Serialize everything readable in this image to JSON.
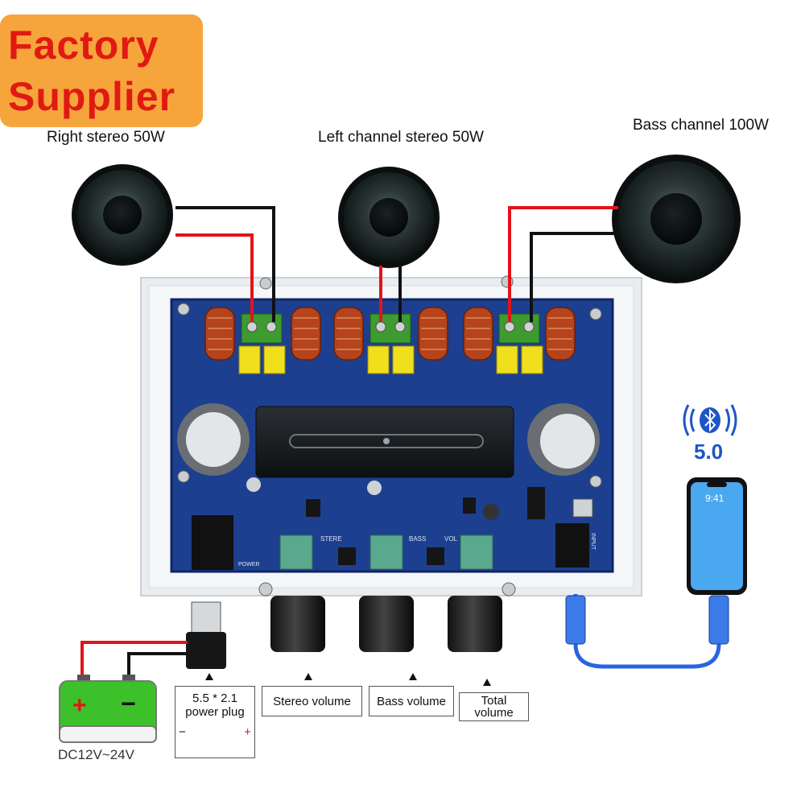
{
  "badge": {
    "line1": "Factory",
    "line2": "Supplier"
  },
  "speakers": {
    "right_label": "Right stereo 50W",
    "left_label": "Left channel stereo 50W",
    "bass_label": "Bass channel 100W"
  },
  "bluetooth": {
    "version": "5.0",
    "phone_time": "9:41"
  },
  "controls": {
    "power_plug_line1": "5.5 * 2.1",
    "power_plug_line2": "power plug",
    "power_minus": "−",
    "power_plus": "+",
    "stereo_volume": "Stereo volume",
    "bass_volume": "Bass volume",
    "total_volume_line1": "Total",
    "total_volume_line2": "volume"
  },
  "battery": {
    "plus": "+",
    "minus": "−",
    "voltage": "DC12V~24V"
  },
  "board_text": {
    "stereo": "STERE",
    "bass": "BASS",
    "vol": "VOL",
    "power": "POWER",
    "input": "INPUT"
  },
  "colors": {
    "wire_red": "#e0141a",
    "wire_black": "#111111",
    "board_blue": "#1d3f8f",
    "badge_orange": "#f6a53c",
    "battery_green": "#3cc12a",
    "cable_blue": "#2a63e0"
  }
}
